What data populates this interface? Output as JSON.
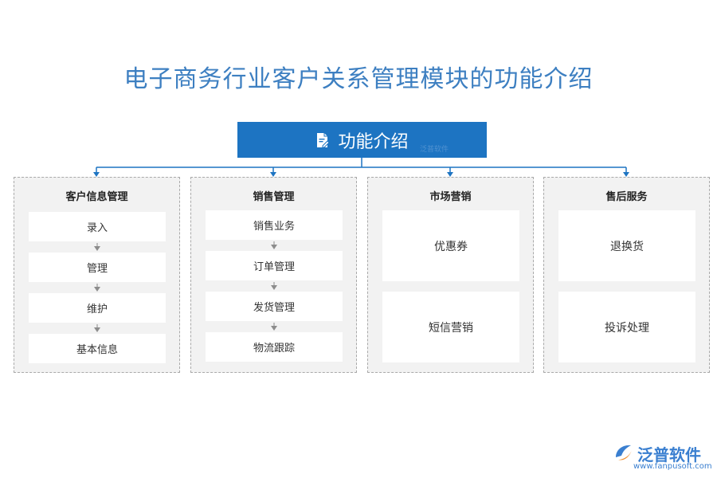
{
  "title": "电子商务行业客户关系管理模块的功能介绍",
  "root": {
    "label": "功能介绍",
    "icon": "document-edit-icon"
  },
  "watermark_small": "泛普软件",
  "columns": [
    {
      "header": "客户信息管理",
      "items": [
        "录入",
        "管理",
        "维护",
        "基本信息"
      ]
    },
    {
      "header": "销售管理",
      "items": [
        "销售业务",
        "订单管理",
        "发货管理",
        "物流跟踪"
      ]
    },
    {
      "header": "市场营销",
      "items": [
        "优惠券",
        "短信营销"
      ]
    },
    {
      "header": "售后服务",
      "items": [
        "退换货",
        "投诉处理"
      ]
    }
  ],
  "logo": {
    "name": "泛普软件",
    "url": "www.fanpusoft.com"
  },
  "colors": {
    "title": "#3d7fc1",
    "root_bg": "#1d74c2",
    "connector": "#1d74c2",
    "column_bg": "#f2f2f2"
  }
}
